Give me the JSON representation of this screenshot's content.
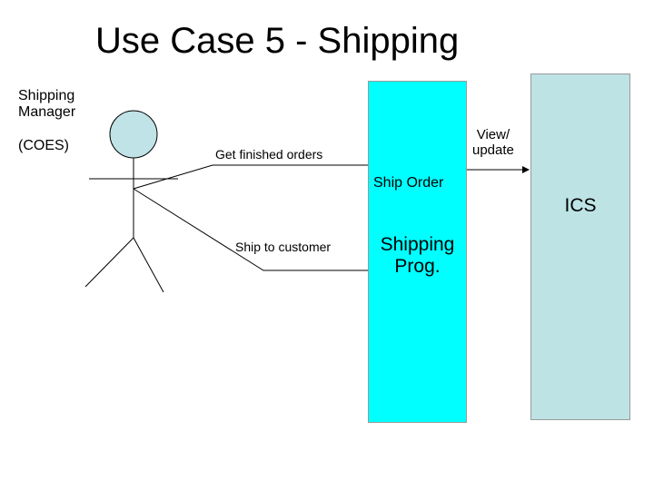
{
  "title": "Use Case 5 - Shipping",
  "actor": {
    "name": "Shipping\nManager",
    "system": "(COES)"
  },
  "systems": {
    "shipping_program": "Shipping\nProg.",
    "ics": "ICS"
  },
  "use_cases": {
    "get_finished_orders": "Get finished orders",
    "view_update": "View/\nupdate",
    "ship_order": "Ship Order",
    "ship_to_customer": "Ship to customer"
  },
  "colors": {
    "shipping_program_fill": "#00ffff",
    "ics_fill": "#bde3e5",
    "actor_head_fill": "#bfe3e6",
    "line": "#000000"
  }
}
